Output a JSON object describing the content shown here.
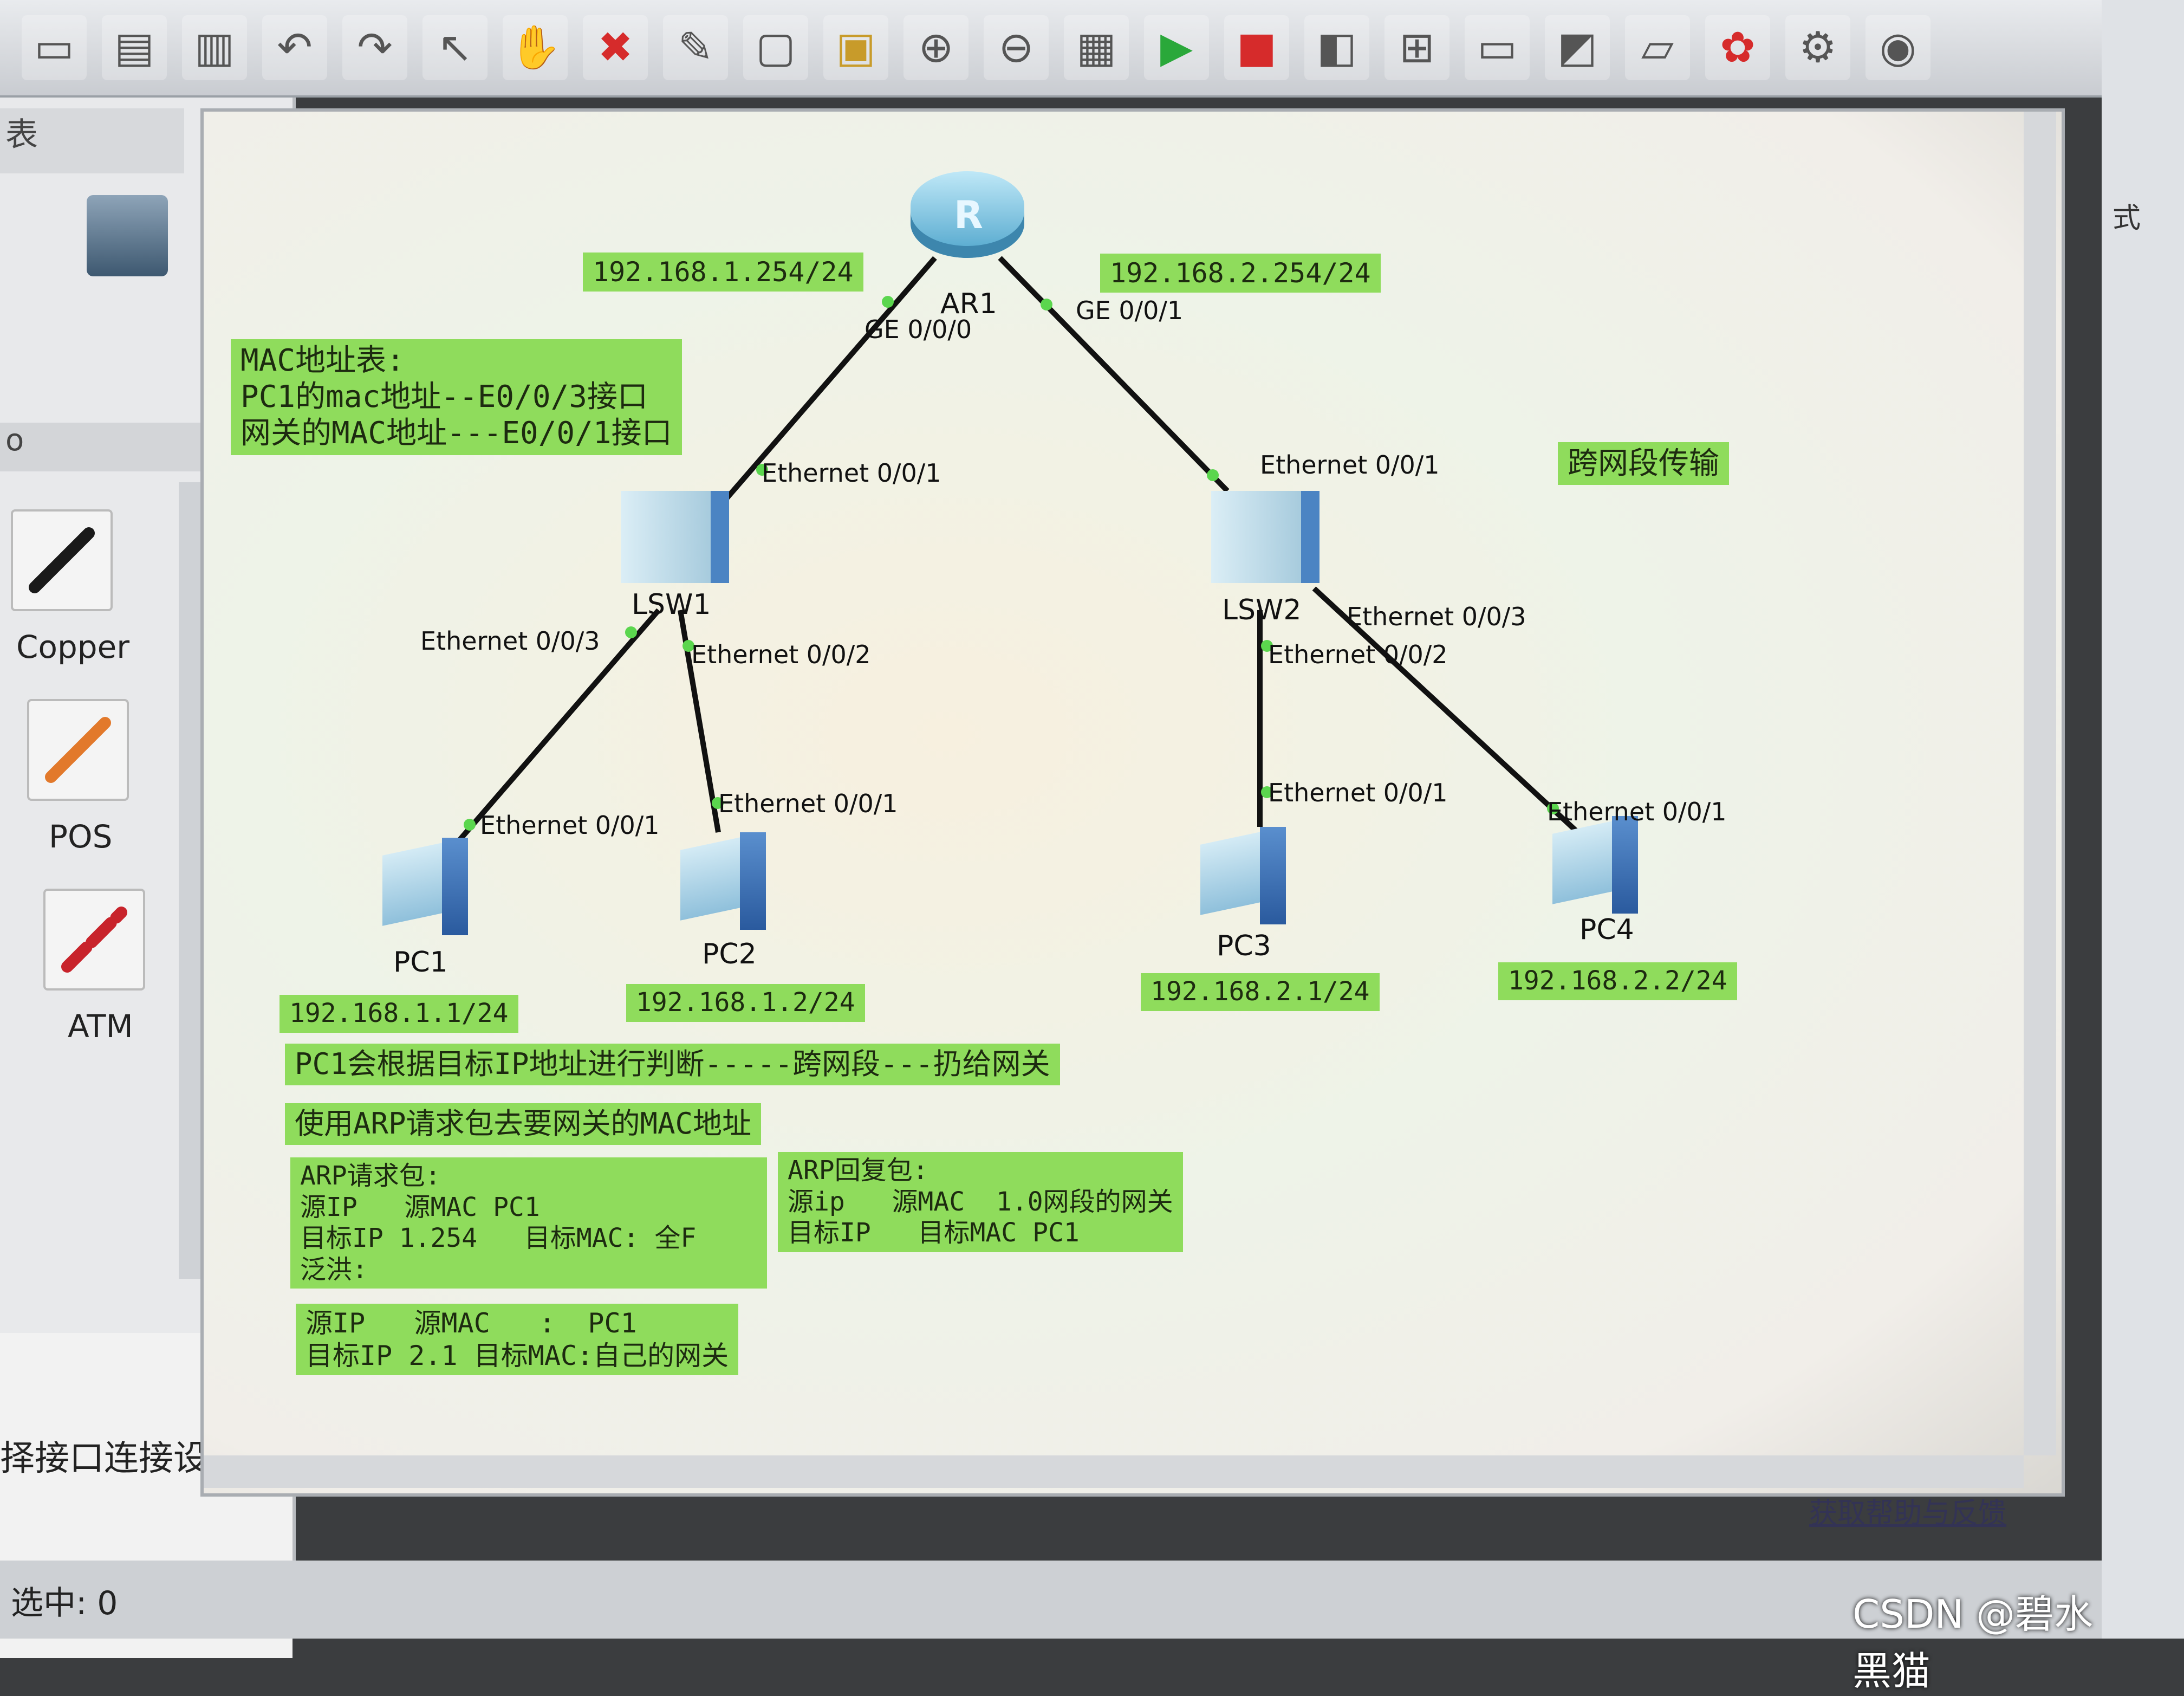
{
  "toolbar": {
    "icons": [
      "save-icon",
      "save-as-icon",
      "print-icon",
      "undo-icon",
      "redo-icon",
      "select-icon",
      "hand-icon",
      "delete-icon",
      "delete-link-icon",
      "text-icon",
      "palette-icon",
      "zoom-in-icon",
      "zoom-out-icon",
      "fit-icon",
      "start-icon",
      "stop-icon",
      "capture-icon",
      "topology-icon",
      "window-icon",
      "cli-icon",
      "chat-icon",
      "huawei-icon",
      "settings-icon",
      "help-icon"
    ]
  },
  "left_panel": {
    "header_fragment": "表",
    "section_fragment": "o",
    "cables": [
      {
        "label": "Copper",
        "color": "#1a1a1a"
      },
      {
        "label": "POS",
        "color": "#e2792b"
      },
      {
        "label": "ATM",
        "color": "#c8232b"
      }
    ],
    "bottom_text": "择接口连接设"
  },
  "right_strip": {
    "text": "式"
  },
  "topology": {
    "devices": {
      "ar1": "AR1",
      "lsw1": "LSW1",
      "lsw2": "LSW2",
      "pc1": "PC1",
      "pc2": "PC2",
      "pc3": "PC3",
      "pc4": "PC4"
    },
    "interfaces": {
      "ar1_ge000": "GE 0/0/0",
      "ar1_ge001": "GE 0/0/1",
      "lsw1_e001": "Ethernet 0/0/1",
      "lsw1_e003": "Ethernet 0/0/3",
      "lsw1_e002": "Ethernet 0/0/2",
      "pc1_e001": "Ethernet 0/0/1",
      "pc2_e001": "Ethernet 0/0/1",
      "lsw2_e001": "Ethernet 0/0/1",
      "lsw2_e002": "Ethernet 0/0/2",
      "lsw2_e003": "Ethernet 0/0/3",
      "pc3_e001": "Ethernet 0/0/1",
      "pc4_e001": "Ethernet 0/0/1"
    },
    "ips": {
      "gw1": "192.168.1.254/24",
      "gw2": "192.168.2.254/24",
      "pc1": "192.168.1.1/24",
      "pc2": "192.168.1.2/24",
      "pc3": "192.168.2.1/24",
      "pc4": "192.168.2.2/24"
    },
    "notes": {
      "mac_table": "MAC地址表:\nPC1的mac地址--E0/0/3接口\n网关的MAC地址---E0/0/1接口",
      "cross_segment": "跨网段传输",
      "judge": "PC1会根据目标IP地址进行判断-----跨网段---扔给网关",
      "arp_use": "使用ARP请求包去要网关的MAC地址",
      "arp_request": "ARP请求包:\n源IP   源MAC PC1\n目标IP 1.254   目标MAC: 全F\n泛洪:",
      "arp_reply": "ARP回复包:\n源ip   源MAC  1.0网段的网关\n目标IP   目标MAC PC1",
      "frame": "源IP   源MAC   :  PC1\n目标IP 2.1 目标MAC:自己的网关"
    }
  },
  "status": {
    "selected": "选中: 0",
    "help_link": "获取帮助与反馈",
    "watermark": "CSDN @碧水黑猫"
  }
}
